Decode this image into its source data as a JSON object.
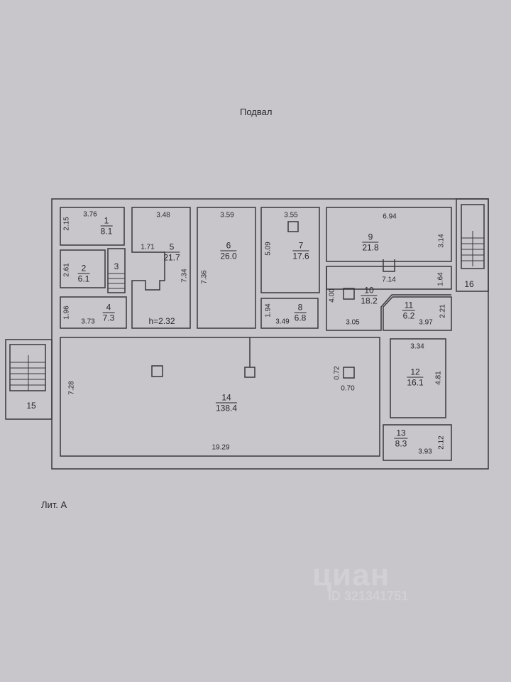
{
  "title": "Подвал",
  "litera": "Лит. А",
  "height_note": "h=2.32",
  "rooms": [
    {
      "number": "1",
      "area": "8.1"
    },
    {
      "number": "2",
      "area": "6.1"
    },
    {
      "number": "3",
      "area": ""
    },
    {
      "number": "4",
      "area": "7.3"
    },
    {
      "number": "5",
      "area": "21.7"
    },
    {
      "number": "6",
      "area": "26.0"
    },
    {
      "number": "7",
      "area": "17.6"
    },
    {
      "number": "8",
      "area": "6.8"
    },
    {
      "number": "9",
      "area": "21.8"
    },
    {
      "number": "10",
      "area": "18.2"
    },
    {
      "number": "11",
      "area": "6.2"
    },
    {
      "number": "12",
      "area": "16.1"
    },
    {
      "number": "13",
      "area": "8.3"
    },
    {
      "number": "14",
      "area": "138.4"
    },
    {
      "number": "15",
      "area": ""
    },
    {
      "number": "16",
      "area": ""
    }
  ],
  "dimensions": [
    "3.76",
    "2.15",
    "2.61",
    "1.96",
    "3.73",
    "3.48",
    "1.71",
    "7.34",
    "3.59",
    "7.36",
    "3.55",
    "5.09",
    "1.94",
    "3.49",
    "6.94",
    "3.14",
    "7.14",
    "1.64",
    "4.00",
    "3.05",
    "2.21",
    "3.97",
    "3.34",
    "4.81",
    "0.72",
    "0.70",
    "7.28",
    "19.29",
    "2.12",
    "3.93"
  ],
  "watermark": {
    "brand": "циан",
    "id": "ID 321341751"
  }
}
